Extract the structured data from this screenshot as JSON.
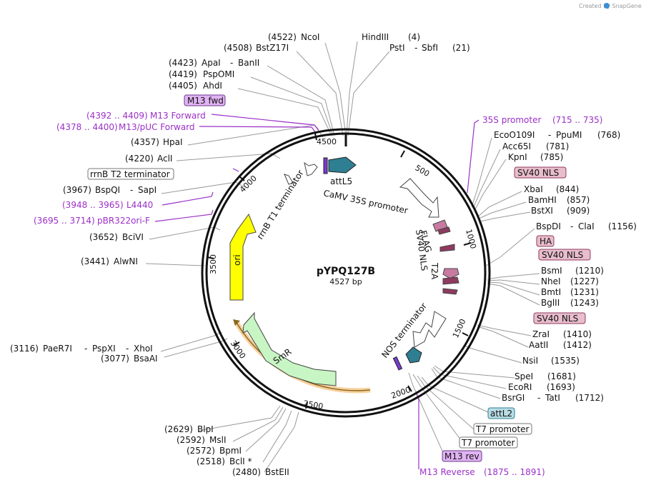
{
  "credit": "Created by SnapGene",
  "plasmid": {
    "name": "pYPQ127B",
    "length": "4527 bp"
  },
  "ticks": [
    "500",
    "1000",
    "1500",
    "2000",
    "2500",
    "3000",
    "3500",
    "4000",
    "4500"
  ],
  "sites_top": {
    "ncoi": {
      "pos": "(4522)",
      "name": "NcoI"
    },
    "hindiii": {
      "name": "HindIII",
      "pos": "(4)"
    },
    "bstz17i": {
      "pos": "(4508)",
      "name": "BstZ17I"
    },
    "psti_sbfi": {
      "name1": "PstI",
      "name2": "SbfI",
      "pos": "(21)"
    },
    "apai_banii": {
      "pos": "(4423)",
      "name1": "ApaI",
      "name2": "BanII"
    },
    "pspomi": {
      "pos": "(4419)",
      "name": "PspOMI"
    },
    "ahdi": {
      "pos": "(4405)",
      "name": "AhdI"
    }
  },
  "sites_right": {
    "eco0109i": {
      "name1": "EcoO109I",
      "name2": "PpuMI",
      "pos": "(768)"
    },
    "acc65i": {
      "name": "Acc65I",
      "pos": "(781)"
    },
    "kpni": {
      "name": "KpnI",
      "pos": "(785)"
    },
    "xbai": {
      "name": "XbaI",
      "pos": "(844)"
    },
    "bamhi": {
      "name": "BamHI",
      "pos": "(857)"
    },
    "bstxi": {
      "name": "BstXI",
      "pos": "(909)"
    },
    "bspdi": {
      "name1": "BspDI",
      "name2": "ClaI",
      "pos": "(1156)"
    },
    "bsmi": {
      "name": "BsmI",
      "pos": "(1210)"
    },
    "nhei": {
      "name": "NheI",
      "pos": "(1227)"
    },
    "bmti": {
      "name": "BmtI",
      "pos": "(1231)"
    },
    "bglii": {
      "name": "BglII",
      "pos": "(1243)"
    },
    "zrai": {
      "name": "ZraI",
      "pos": "(1410)"
    },
    "aatii": {
      "name": "AatII",
      "pos": "(1412)"
    },
    "nsii": {
      "name": "NsiI",
      "pos": "(1535)"
    },
    "spei": {
      "name": "SpeI",
      "pos": "(1681)"
    },
    "ecori": {
      "name": "EcoRI",
      "pos": "(1693)"
    },
    "bsrgi": {
      "name1": "BsrGI",
      "name2": "TatI",
      "pos": "(1712)"
    }
  },
  "sites_left": {
    "hpai": {
      "pos": "(4357)",
      "name": "HpaI"
    },
    "acli": {
      "pos": "(4220)",
      "name": "AclI"
    },
    "bspqi": {
      "pos": "(3967)",
      "name1": "BspQI",
      "name2": "SapI"
    },
    "bcivi": {
      "pos": "(3652)",
      "name": "BciVI"
    },
    "alwni": {
      "pos": "(3441)",
      "name": "AlwNI"
    },
    "paer7i": {
      "pos": "(3116)",
      "name1": "PaeR7I",
      "name2": "PspXI",
      "name3": "XhoI"
    },
    "bsaai": {
      "pos": "(3077)",
      "name": "BsaAI"
    }
  },
  "sites_bottom": {
    "blpi": {
      "pos": "(2629)",
      "name": "BlpI"
    },
    "msli": {
      "pos": "(2592)",
      "name": "MslI"
    },
    "bpmi": {
      "pos": "(2572)",
      "name": "BpmI"
    },
    "bcli": {
      "pos": "(2518)",
      "name": "BclI *"
    },
    "bsteii": {
      "pos": "(2480)",
      "name": "BstEII"
    }
  },
  "primers": {
    "m13_forward": {
      "range": "(4392 .. 4409)",
      "name": "M13 Forward"
    },
    "m13_puc_forward": {
      "range": "(4378 .. 4400)",
      "name": "M13/pUC Forward"
    },
    "l4440": {
      "range": "(3948 .. 3965)",
      "name": "L4440"
    },
    "pbr322ori_f": {
      "range": "(3695 .. 3714)",
      "name": "pBR322ori-F"
    },
    "p35s": {
      "name": "35S promoter",
      "range": "(715 .. 735)"
    },
    "m13_reverse": {
      "name": "M13 Reverse",
      "range": "(1875 .. 1891)"
    }
  },
  "boxes": {
    "m13_fwd": "M13 fwd",
    "rrnb_t2": "rrnB T2 terminator",
    "sv40_nls_1": "SV40 NLS",
    "ha": "HA",
    "sv40_nls_2": "SV40 NLS",
    "sv40_nls_3": "SV40 NLS",
    "attl2": "attL2",
    "t7_promoter_1": "T7 promoter",
    "t7_promoter_2": "T7 promoter",
    "m13_rev": "M13 rev"
  },
  "features": {
    "attl5": "attL5",
    "camv35s": "CaMV 35S promoter",
    "rrnb_t1": "rrnB T1 terminator",
    "flag": "FLAG",
    "sv40nls": "SV40 NLS",
    "t2a": "T2A",
    "nos": "NOS terminator",
    "smr": "SmR",
    "ori": "ori"
  },
  "colors": {
    "primer": "#9b30c8",
    "attL": "#2f7f92",
    "nls": "#8f3a5f",
    "smr": "#c8f5c4",
    "ori": "#ffff00",
    "orf": "#f3a94a",
    "m13box": "#e1b3f4",
    "nlsbox": "#e8bdcc",
    "attlbox": "#b8dde6"
  }
}
